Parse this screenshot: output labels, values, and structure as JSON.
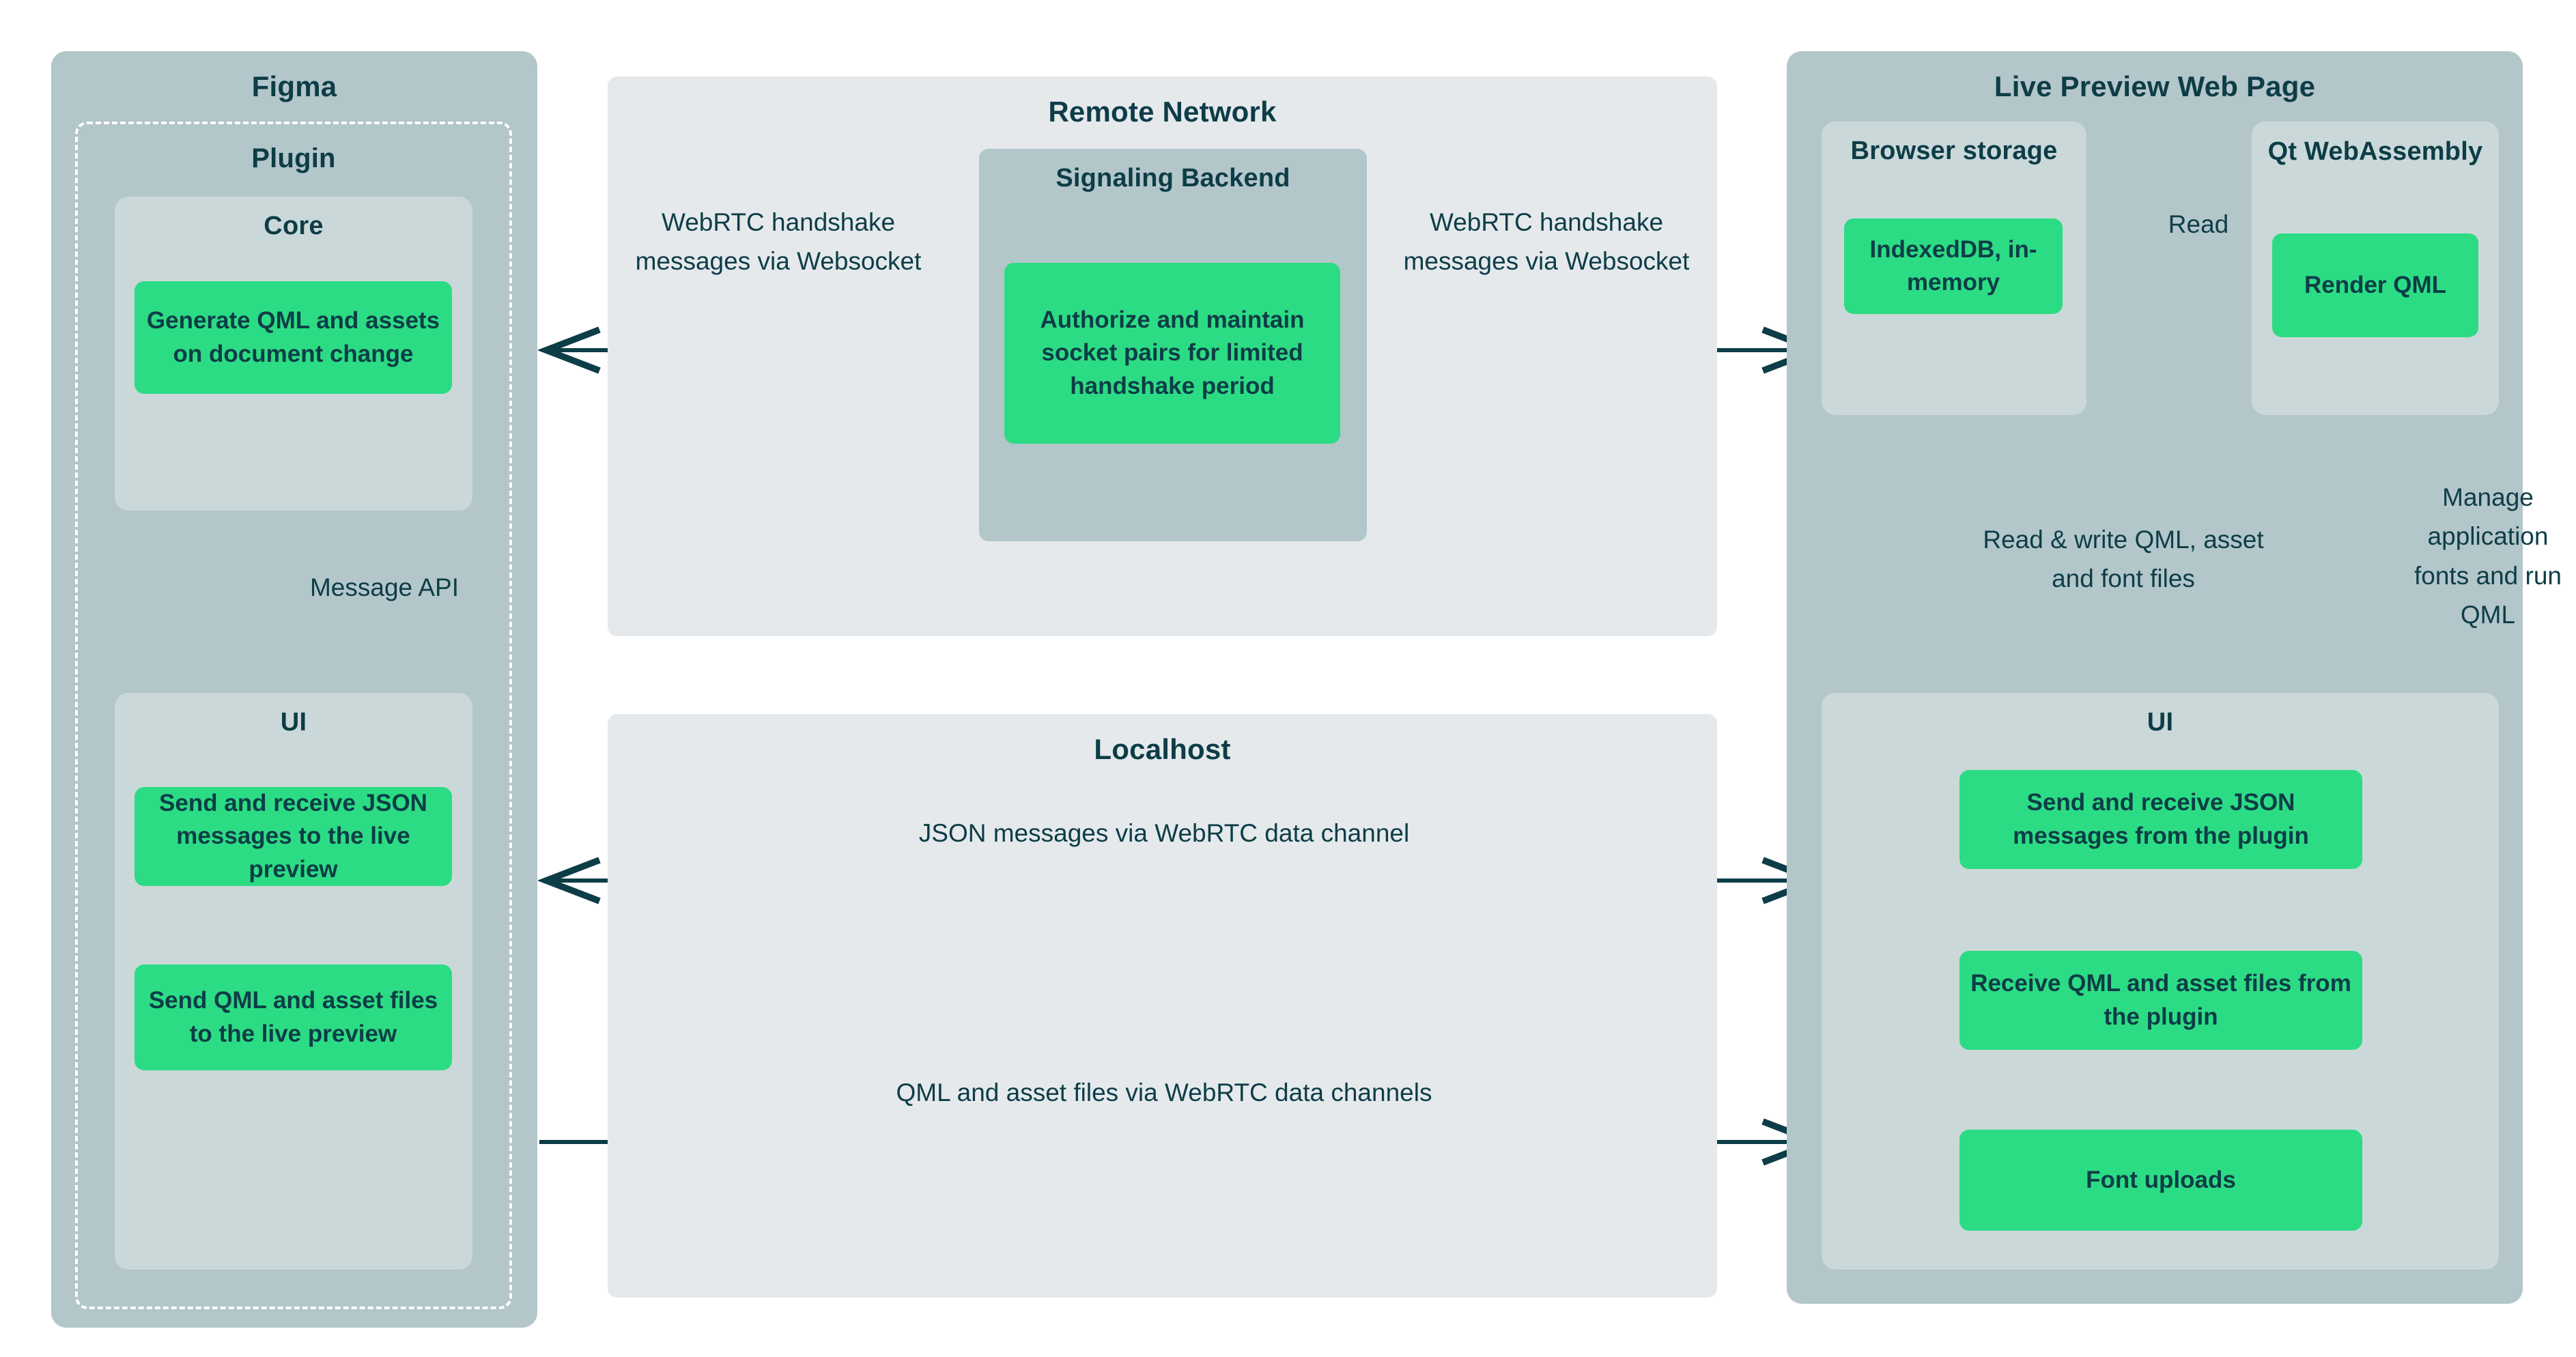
{
  "colors": {
    "panel_outer": "#b3c6ca",
    "panel_light": "#e5e9ec",
    "panel_inner": "#cbd8d9",
    "accent_green": "#2cdc84",
    "text_dark": "#0d3d47",
    "arrow": "#0d3d47",
    "dashed_border": "#ffffff",
    "background": "#ffffff"
  },
  "figma": {
    "title": "Figma",
    "plugin": {
      "title": "Plugin",
      "core": {
        "title": "Core",
        "boxes": [
          {
            "label": "Generate QML and assets on document change"
          }
        ]
      },
      "ui": {
        "title": "UI",
        "boxes": [
          {
            "label": "Send and receive JSON messages to the live preview"
          },
          {
            "label": "Send QML and asset files to the live preview"
          }
        ]
      },
      "internal_arrow_label": "Message API"
    }
  },
  "remote_network": {
    "title": "Remote Network",
    "signaling_backend": {
      "title": "Signaling Backend",
      "boxes": [
        {
          "label": "Authorize and maintain socket pairs for limited handshake period"
        }
      ]
    },
    "left_arrow_label": "WebRTC handshake messages via Websocket",
    "right_arrow_label": "WebRTC handshake messages via Websocket"
  },
  "localhost": {
    "title": "Localhost",
    "top_arrow_label": "JSON messages via WebRTC data channel",
    "bottom_arrow_label": "QML and asset files via WebRTC data channels"
  },
  "live_preview": {
    "title": "Live Preview Web Page",
    "browser_storage": {
      "title": "Browser storage",
      "boxes": [
        {
          "label": "IndexedDB, in-memory"
        }
      ]
    },
    "qt_webassembly": {
      "title": "Qt WebAssembly",
      "boxes": [
        {
          "label": "Render QML"
        }
      ]
    },
    "read_arrow_label": "Read",
    "storage_arrow_label": "Read & write QML, asset and font files",
    "wasm_arrow_label": "Manage application fonts and run QML",
    "ui": {
      "title": "UI",
      "boxes": [
        {
          "label": "Send and receive JSON messages from the plugin"
        },
        {
          "label": "Receive QML and asset files from the plugin"
        },
        {
          "label": "Font uploads"
        }
      ]
    }
  }
}
